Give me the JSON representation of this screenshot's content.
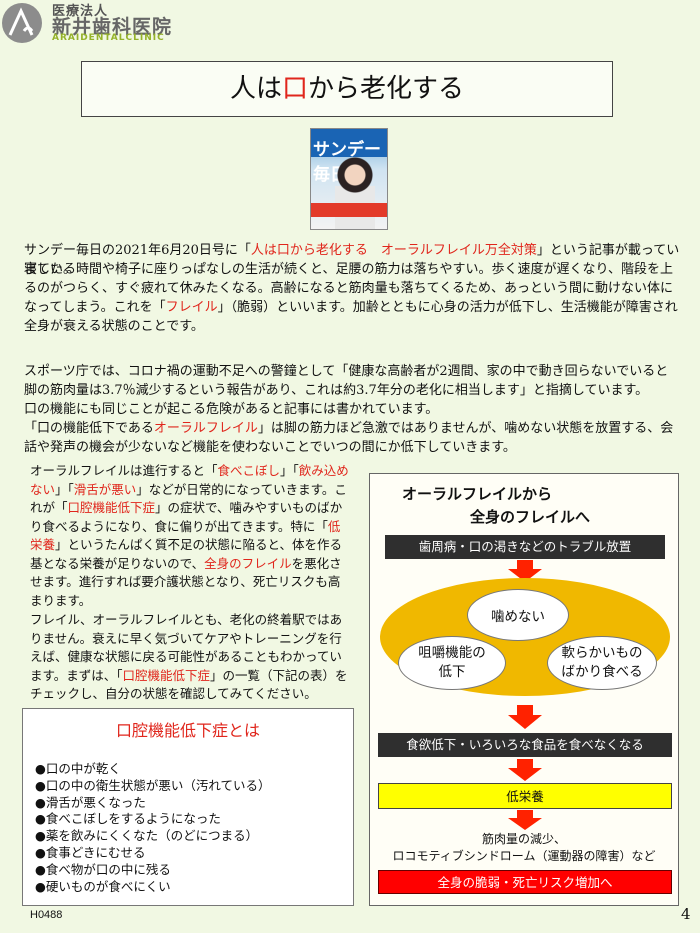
{
  "header": {
    "org_type": "医療法人",
    "clinic_name": "新井歯科医院",
    "clinic_roman": "ARAIDENTALCLINIC"
  },
  "title": {
    "pre": "人は",
    "highlight": "口",
    "post": "から老化する"
  },
  "magazine": {
    "masthead": "サンデー毎日"
  },
  "intro": {
    "p1_a": "サンデー毎日の2021年6月20日号に「",
    "p1_highlight": "人は口から老化する　オーラルフレイル万全対策",
    "p1_b": "」という記事が載っていました。",
    "p2_a": "寝ている時間や椅子に座りっぱなしの生活が続くと、足腰の筋力は落ちやすい。歩く速度が遅くなり、階段を上るのがつらく、すぐ疲れて休みたくなる。高齢になると筋肉量も落ちてくるため、あっという間に動けない体になってしまう。これを「",
    "p2_highlight": "フレイル",
    "p2_b": "」（脆弱）といいます。加齢とともに心身の活力が低下し、生活機能が障害され全身が衰える状態のことです。",
    "p3": "スポーツ庁では、コロナ禍の運動不足への警鐘として「健康な高齢者が2週間、家の中で動き回らないでいると脚の筋肉量は3.7％減少するという報告があり、これは約3.7年分の老化に相当します」と指摘しています。",
    "p4": "口の機能にも同じことが起こる危険があると記事には書かれています。",
    "p5_a": "「口の機能低下である",
    "p5_highlight": "オーラルフレイル",
    "p5_b": "」は脚の筋力ほど急激ではありませんが、噛めない状態を放置する、会話や発声の機会が少ないなど機能を使わないことでいつの間にか低下していきます。"
  },
  "left_text": {
    "lp1_a": "オーラルフレイルは進行すると「",
    "lp1_h1": "食べこぼし",
    "lp1_b": "」「",
    "lp1_h2": "飲み込めない",
    "lp1_c": "」「",
    "lp1_h3": "滑舌が悪い",
    "lp1_d": "」などが日常的になっていきます。これが「",
    "lp1_h4": "口腔機能低下症",
    "lp1_e": "」の症状で、噛みやすいものばかり食べるようになり、食に偏りが出てきます。特に「",
    "lp1_h5": "低栄養",
    "lp1_f": "」というたんぱく質不足の状態に陥ると、体を作る基となる栄養が足りないので、",
    "lp1_h6": "全身のフレイル",
    "lp1_g": "を悪化させます。進行すれば要介護状態となり、死亡リスクも高まります。",
    "lp2_a": "フレイル、オーラルフレイルとも、老化の終着駅ではありません。衰えに早く気づいてケアやトレーニングを行えば、健康な状態に戻る可能性があることもわかっています。まずは、「",
    "lp2_highlight": "口腔機能低下症",
    "lp2_b": "」の一覧（下記の表）をチェックし、自分の状態を確認してみてください。"
  },
  "symptoms": {
    "title": "口腔機能低下症とは",
    "items": [
      "●口の中が乾く",
      "●口の中の衛生状態が悪い（汚れている）",
      "●滑舌が悪くなった",
      "●食べこぼしをするようになった",
      "●薬を飲みにくくなた（のどにつまる）",
      "●食事どきにむせる",
      "●食べ物が口の中に残る",
      "●硬いものが食べにくい"
    ]
  },
  "flow": {
    "title_line1": "オーラルフレイルから",
    "title_line2": "全身のフレイルへ",
    "step1": "歯周病・口の渇きなどのトラブル放置",
    "bubble_center": "噛めない",
    "bubble_left_1": "咀嚼機能の",
    "bubble_left_2": "低下",
    "bubble_right_1": "軟らかいもの",
    "bubble_right_2": "ばかり食べる",
    "step2": "食欲低下・いろいろな食品を食べなくなる",
    "step3": "低栄養",
    "step4_line1": "筋肉量の減少、",
    "step4_line2": "ロコモティブシンドローム（運動器の障害）など",
    "step5": "全身の脆弱・死亡リスク増加へ",
    "arrow_color": "#ff2200",
    "ellipse_color": "#f0b800"
  },
  "footer": {
    "doc_code": "H0488",
    "page_number": "4"
  }
}
